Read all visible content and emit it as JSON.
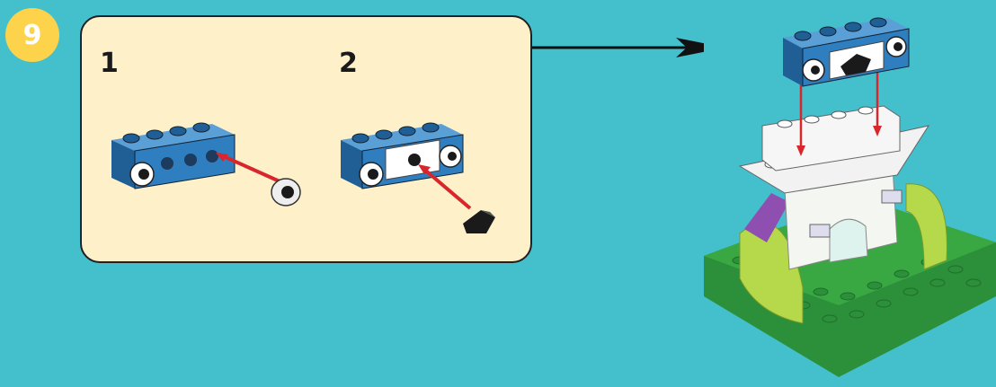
{
  "step_number": "9",
  "substeps": [
    {
      "number": "1"
    },
    {
      "number": "2"
    }
  ],
  "colors": {
    "background": "#44c0cd",
    "badge": "#fcd34a",
    "panel": "#fef1c9",
    "brick_blue": "#2f7ec0",
    "arrow_red": "#d8262c",
    "plate_green": "#3aa842",
    "lime": "#b5d94a",
    "purple": "#8e4fb0"
  },
  "icons": [
    "arrow-right-icon",
    "red-arrow-icon",
    "blue-brick-icon",
    "eye-tile-icon",
    "black-slope-icon",
    "castle-model-icon"
  ]
}
